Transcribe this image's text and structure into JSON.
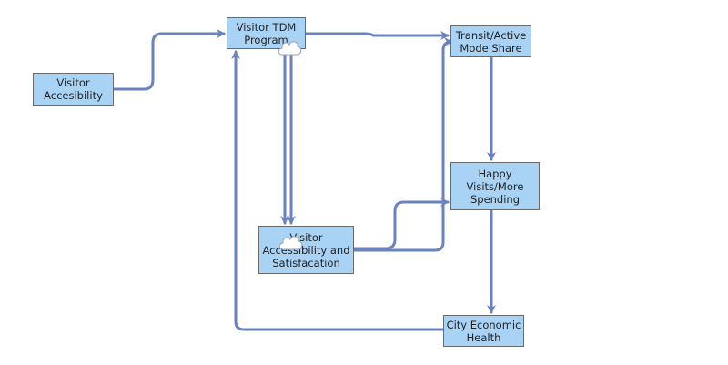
{
  "nodes": {
    "visitor_accessibility": "Visitor\nAccesibility",
    "tdm_program": "Visitor TDM\nProgram",
    "mode_share": "Transit/Active\nMode Share",
    "happy_visits": "Happy\nVisits/More\nSpending",
    "satisfaction": "Visitor\nAccessibility and\nSatisfacation",
    "economic_health": "City Economic\nHealth"
  },
  "colors": {
    "node_fill": "#a9d3f5",
    "node_border": "#6a6a6a",
    "edge": "#6a82be",
    "cloud_fill": "#ffffff",
    "cloud_stroke": "#9aa4b5"
  },
  "edges": [
    {
      "from": "visitor_accessibility",
      "to": "tdm_program"
    },
    {
      "from": "tdm_program",
      "to": "mode_share"
    },
    {
      "from": "tdm_program",
      "to": "satisfaction"
    },
    {
      "from": "mode_share",
      "to": "happy_visits"
    },
    {
      "from": "satisfaction",
      "to": "happy_visits"
    },
    {
      "from": "satisfaction",
      "to": "mode_share"
    },
    {
      "from": "happy_visits",
      "to": "economic_health"
    },
    {
      "from": "economic_health",
      "to": "tdm_program"
    }
  ],
  "icons": [
    "cloud-icon",
    "cloud-icon"
  ]
}
